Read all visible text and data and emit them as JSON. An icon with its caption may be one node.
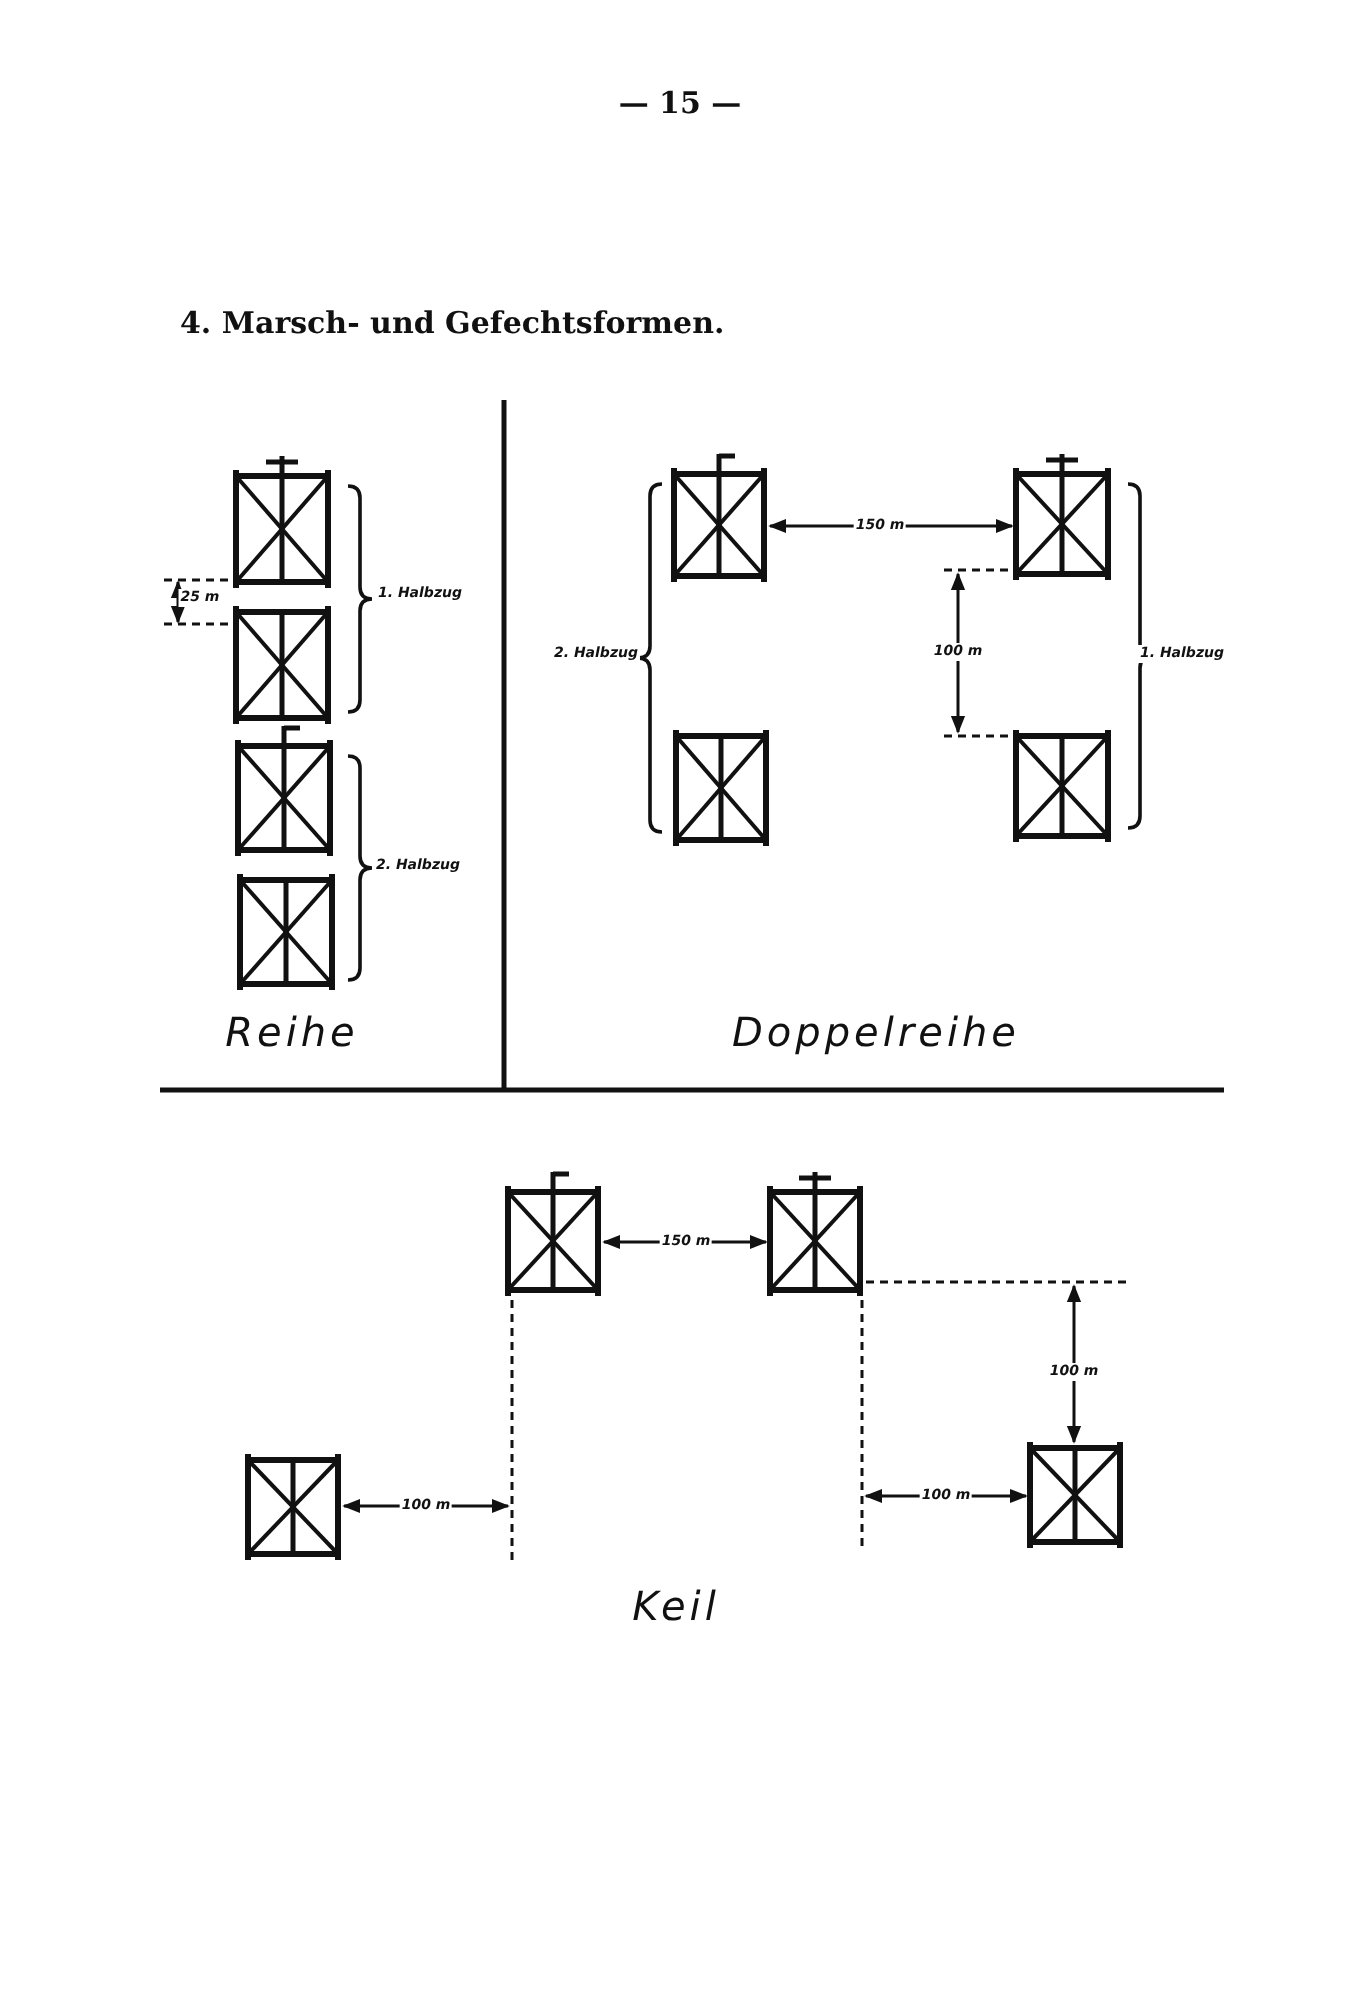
{
  "diagram": {
    "title": "4. Marsch- und Gefechtsformen.",
    "labels": [
      "— 15 —",
      "25 m",
      "1. Halbzug",
      "2. Halbzug",
      "Reihe",
      "150 m",
      "2. Halbzug",
      "100 m",
      "1. Halbzug",
      "Doppelreihe",
      "150 m",
      "100 m",
      "100 m",
      "100 m",
      "Keil"
    ]
  }
}
